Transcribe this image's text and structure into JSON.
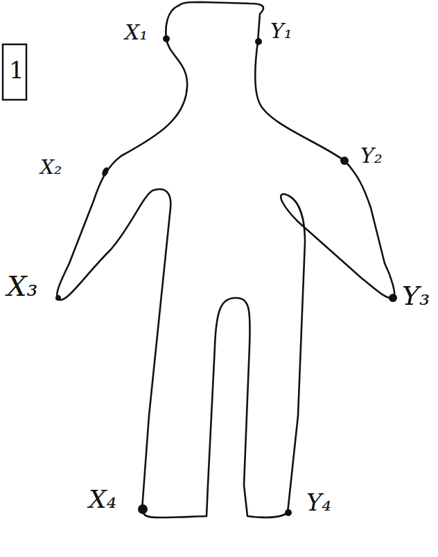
{
  "diagram": {
    "labels": [
      "1",
      "X₁",
      "Y₁",
      "X₂",
      "Y₂",
      "X₃",
      "Y₃",
      "X₄",
      "Y₄"
    ]
  }
}
